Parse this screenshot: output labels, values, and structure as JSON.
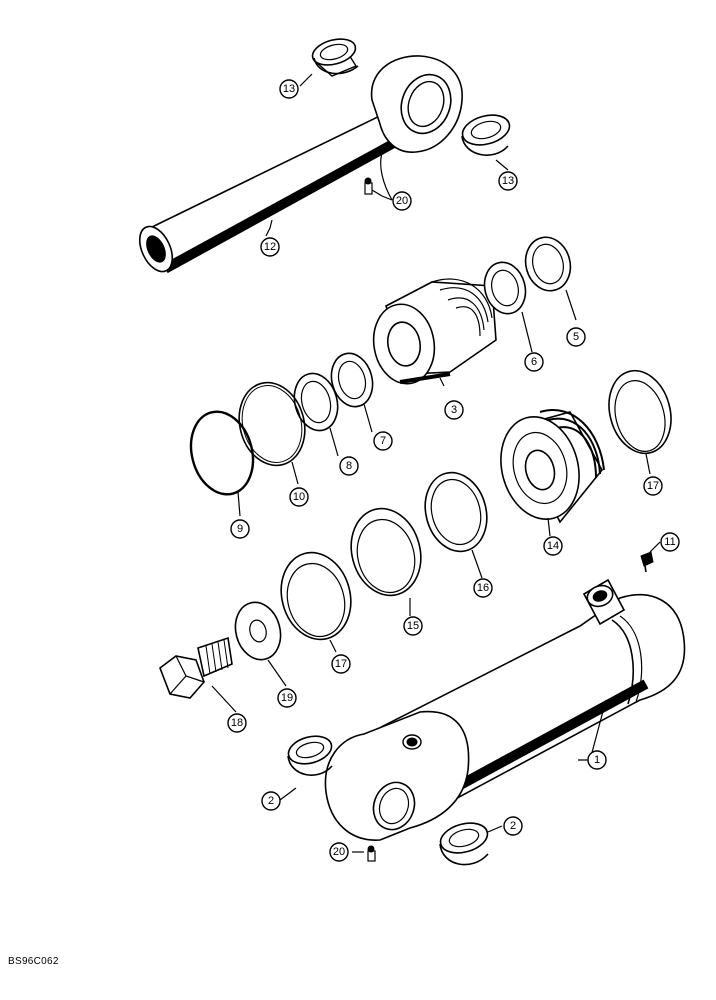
{
  "drawing_code": "BS96C062",
  "callouts": [
    {
      "id": "c1",
      "label": "1"
    },
    {
      "id": "c2a",
      "label": "2"
    },
    {
      "id": "c2b",
      "label": "2"
    },
    {
      "id": "c3",
      "label": "3"
    },
    {
      "id": "c5",
      "label": "5"
    },
    {
      "id": "c6",
      "label": "6"
    },
    {
      "id": "c7",
      "label": "7"
    },
    {
      "id": "c8",
      "label": "8"
    },
    {
      "id": "c9",
      "label": "9"
    },
    {
      "id": "c10",
      "label": "10"
    },
    {
      "id": "c11",
      "label": "11"
    },
    {
      "id": "c12",
      "label": "12"
    },
    {
      "id": "c13a",
      "label": "13"
    },
    {
      "id": "c13b",
      "label": "13"
    },
    {
      "id": "c14",
      "label": "14"
    },
    {
      "id": "c15",
      "label": "15"
    },
    {
      "id": "c16",
      "label": "16"
    },
    {
      "id": "c17a",
      "label": "17"
    },
    {
      "id": "c17b",
      "label": "17"
    },
    {
      "id": "c18",
      "label": "18"
    },
    {
      "id": "c19",
      "label": "19"
    },
    {
      "id": "c20a",
      "label": "20"
    },
    {
      "id": "c20b",
      "label": "20"
    }
  ]
}
